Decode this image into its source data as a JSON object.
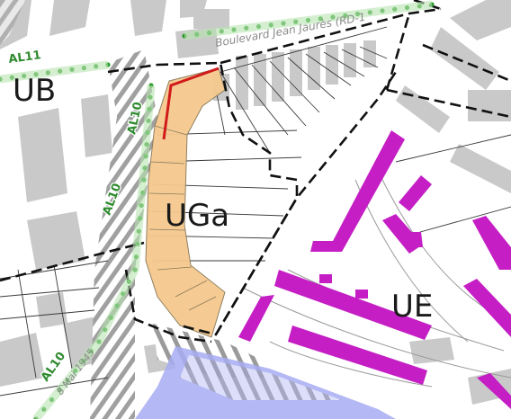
{
  "zones": {
    "ub": "UB",
    "uga": "UGa",
    "ue": "UE"
  },
  "streets": {
    "boulevard": "Boulevard Jean Jaurès (RD-1",
    "mai": "8 Mai 1945"
  },
  "alignments": {
    "al11": "AL11",
    "al10_top": "AL10",
    "al10_mid": "AL10",
    "al10_bottom": "AL10"
  },
  "colors": {
    "zone_uga": "#f5c98e",
    "protected_building": "#c41ec4",
    "alignment_line": "#2e9a2e",
    "zone_border": "#1a1a1a",
    "highlight_edge": "#d11a1a",
    "blue_zone": "#9fa6f0",
    "hatch": "#9a9a9a",
    "building": "#c8c8c8"
  }
}
